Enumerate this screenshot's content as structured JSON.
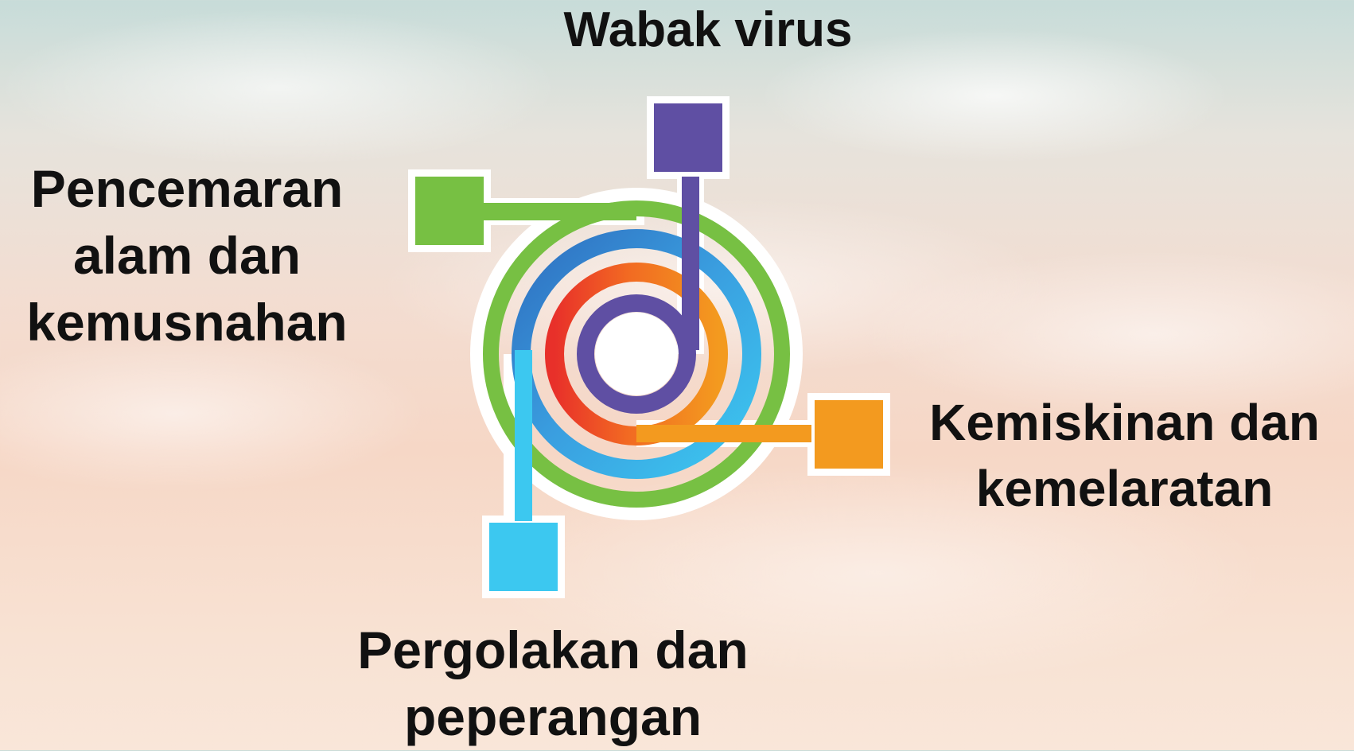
{
  "diagram": {
    "nodes": [
      {
        "id": "top",
        "text": "Wabak virus",
        "color": "#5f4fa3"
      },
      {
        "id": "left",
        "text": "Pencemaran alam dan kemusnahan",
        "lines": [
          "Pencemaran",
          "alam dan",
          "kemusnahan"
        ],
        "color": "#77c043"
      },
      {
        "id": "right",
        "text": "Kemiskinan dan kemelaratan",
        "lines": [
          "Kemiskinan dan",
          "kemelaratan"
        ],
        "color": "#f39a1f"
      },
      {
        "id": "bottom",
        "text": "Pergolakan dan peperangan",
        "lines": [
          "Pergolakan dan",
          "peperangan"
        ],
        "color": "#3cc8f0"
      }
    ],
    "ring_colors": [
      "#77c043",
      "#3a8fd6",
      "#f18a1e",
      "#5f4fa3"
    ]
  }
}
